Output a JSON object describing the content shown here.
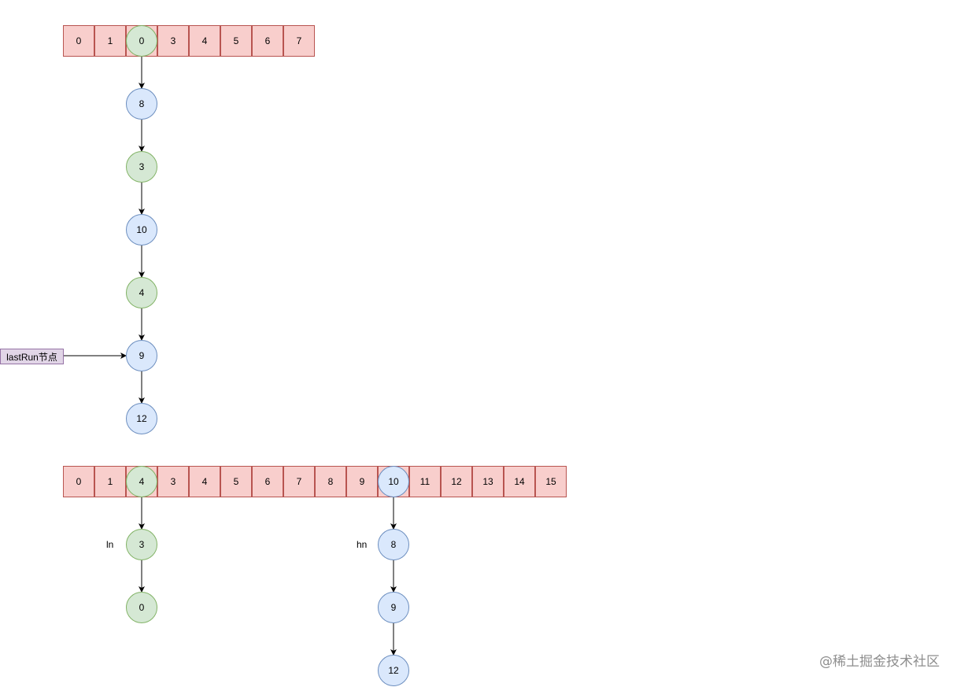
{
  "top_array": {
    "cells": [
      "0",
      "1",
      "0",
      "3",
      "4",
      "5",
      "6",
      "7"
    ],
    "highlight_index": 2
  },
  "top_chain": [
    {
      "label": "8",
      "color": "blue"
    },
    {
      "label": "3",
      "color": "green"
    },
    {
      "label": "10",
      "color": "blue"
    },
    {
      "label": "4",
      "color": "green"
    },
    {
      "label": "9",
      "color": "blue"
    },
    {
      "label": "12",
      "color": "blue"
    }
  ],
  "last_run_label": "lastRun节点",
  "last_run_target_index": 4,
  "bottom_array": {
    "cells": [
      "0",
      "1",
      "4",
      "3",
      "4",
      "5",
      "6",
      "7",
      "8",
      "9",
      "10",
      "11",
      "12",
      "13",
      "14",
      "15"
    ],
    "highlights": [
      {
        "index": 2,
        "color": "green"
      },
      {
        "index": 10,
        "color": "blue"
      }
    ]
  },
  "ln_label": "ln",
  "ln_chain": [
    {
      "label": "3",
      "color": "green"
    },
    {
      "label": "0",
      "color": "green"
    }
  ],
  "hn_label": "hn",
  "hn_chain": [
    {
      "label": "8",
      "color": "blue"
    },
    {
      "label": "9",
      "color": "blue"
    },
    {
      "label": "12",
      "color": "blue"
    }
  ],
  "watermark": "@稀土掘金技术社区",
  "colors": {
    "cell_fill": "#f8cecc",
    "cell_stroke": "#b85450",
    "green_fill": "#d5e8d4",
    "green_stroke": "#82b366",
    "blue_fill": "#dae8fc",
    "blue_stroke": "#6c8ebf",
    "tag_fill": "#e1d5e7",
    "tag_stroke": "#9673a6"
  }
}
